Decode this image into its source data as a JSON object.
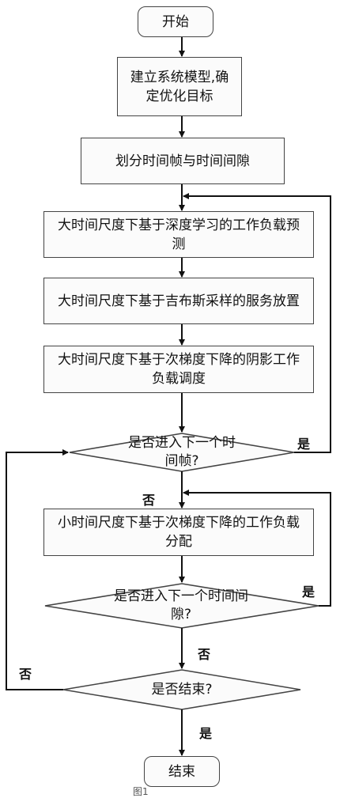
{
  "nodes": {
    "start": "开始",
    "model": "建立系统模型,确定优化目标",
    "divide": "划分时间帧与时间间隙",
    "predict": "大时间尺度下基于深度学习的工作负载预测",
    "place": "大时间尺度下基于吉布斯采样的服务放置",
    "shadow": "大时间尺度下基于次梯度下降的阴影工作负载调度",
    "next_frame": "是否进入下一个时间帧?",
    "allocate": "小时间尺度下基于次梯度下降的工作负载分配",
    "next_slot": "是否进入下一个时间间隙?",
    "finish": "是否结束?",
    "end": "结束"
  },
  "edge_labels": {
    "frame_yes": "是",
    "frame_no": "否",
    "slot_yes": "是",
    "slot_no": "否",
    "finish_no": "否",
    "finish_yes": "是"
  },
  "caption": "图1"
}
